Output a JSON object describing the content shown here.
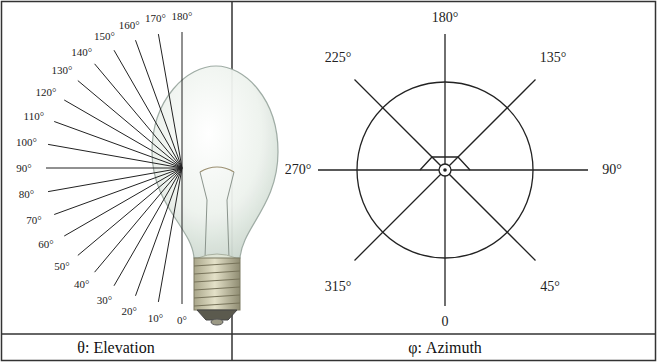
{
  "diagram": {
    "labels": [
      "0°",
      "10°",
      "20°",
      "30°",
      "40°",
      "50°",
      "60°",
      "70°",
      "80°",
      "90°",
      "100°",
      "110°",
      "120°",
      "130°",
      "140°",
      "150°",
      "160°",
      "170°",
      "180°",
      "θ: Elevation",
      "180°",
      "225°",
      "135°",
      "270°",
      "90°",
      "315°",
      "45°",
      "0",
      "φ: Azimuth"
    ]
  }
}
